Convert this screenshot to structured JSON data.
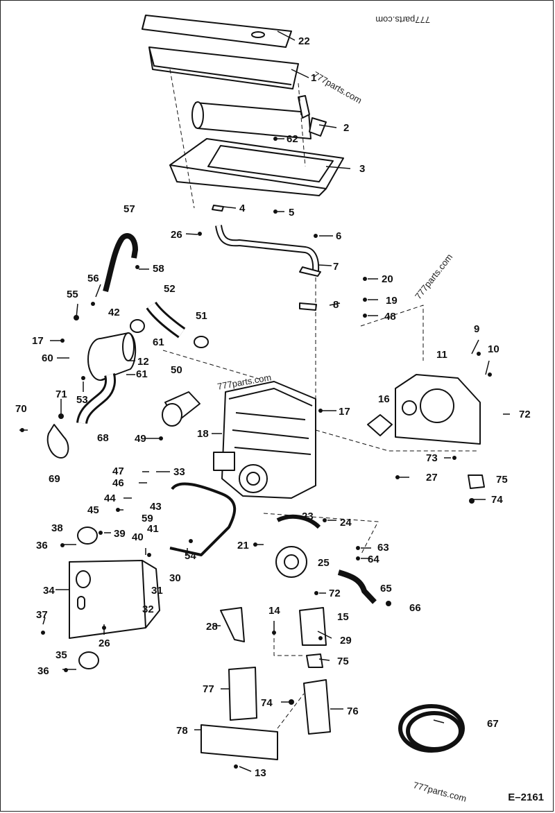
{
  "diagram": {
    "code": "E–2161",
    "watermarks": [
      "777parts.com",
      "777parts.com",
      "777parts.com",
      "777parts.com",
      "777parts.com"
    ],
    "callouts": [
      "22",
      "1",
      "2",
      "62",
      "3",
      "4",
      "5",
      "26",
      "6",
      "7",
      "57",
      "58",
      "56",
      "55",
      "52",
      "42",
      "51",
      "61",
      "17",
      "60",
      "12",
      "61",
      "53",
      "71",
      "70",
      "69",
      "68",
      "50",
      "49",
      "18",
      "17",
      "8",
      "20",
      "19",
      "48",
      "9",
      "10",
      "11",
      "16",
      "72",
      "73",
      "75",
      "74",
      "27",
      "47",
      "46",
      "44",
      "45",
      "33",
      "43",
      "59",
      "38",
      "39",
      "36",
      "40",
      "41",
      "54",
      "30",
      "34",
      "31",
      "32",
      "37",
      "26",
      "35",
      "36",
      "23",
      "24",
      "21",
      "63",
      "64",
      "25",
      "65",
      "66",
      "72",
      "14",
      "15",
      "28",
      "29",
      "75",
      "77",
      "74",
      "76",
      "78",
      "13",
      "67"
    ]
  }
}
